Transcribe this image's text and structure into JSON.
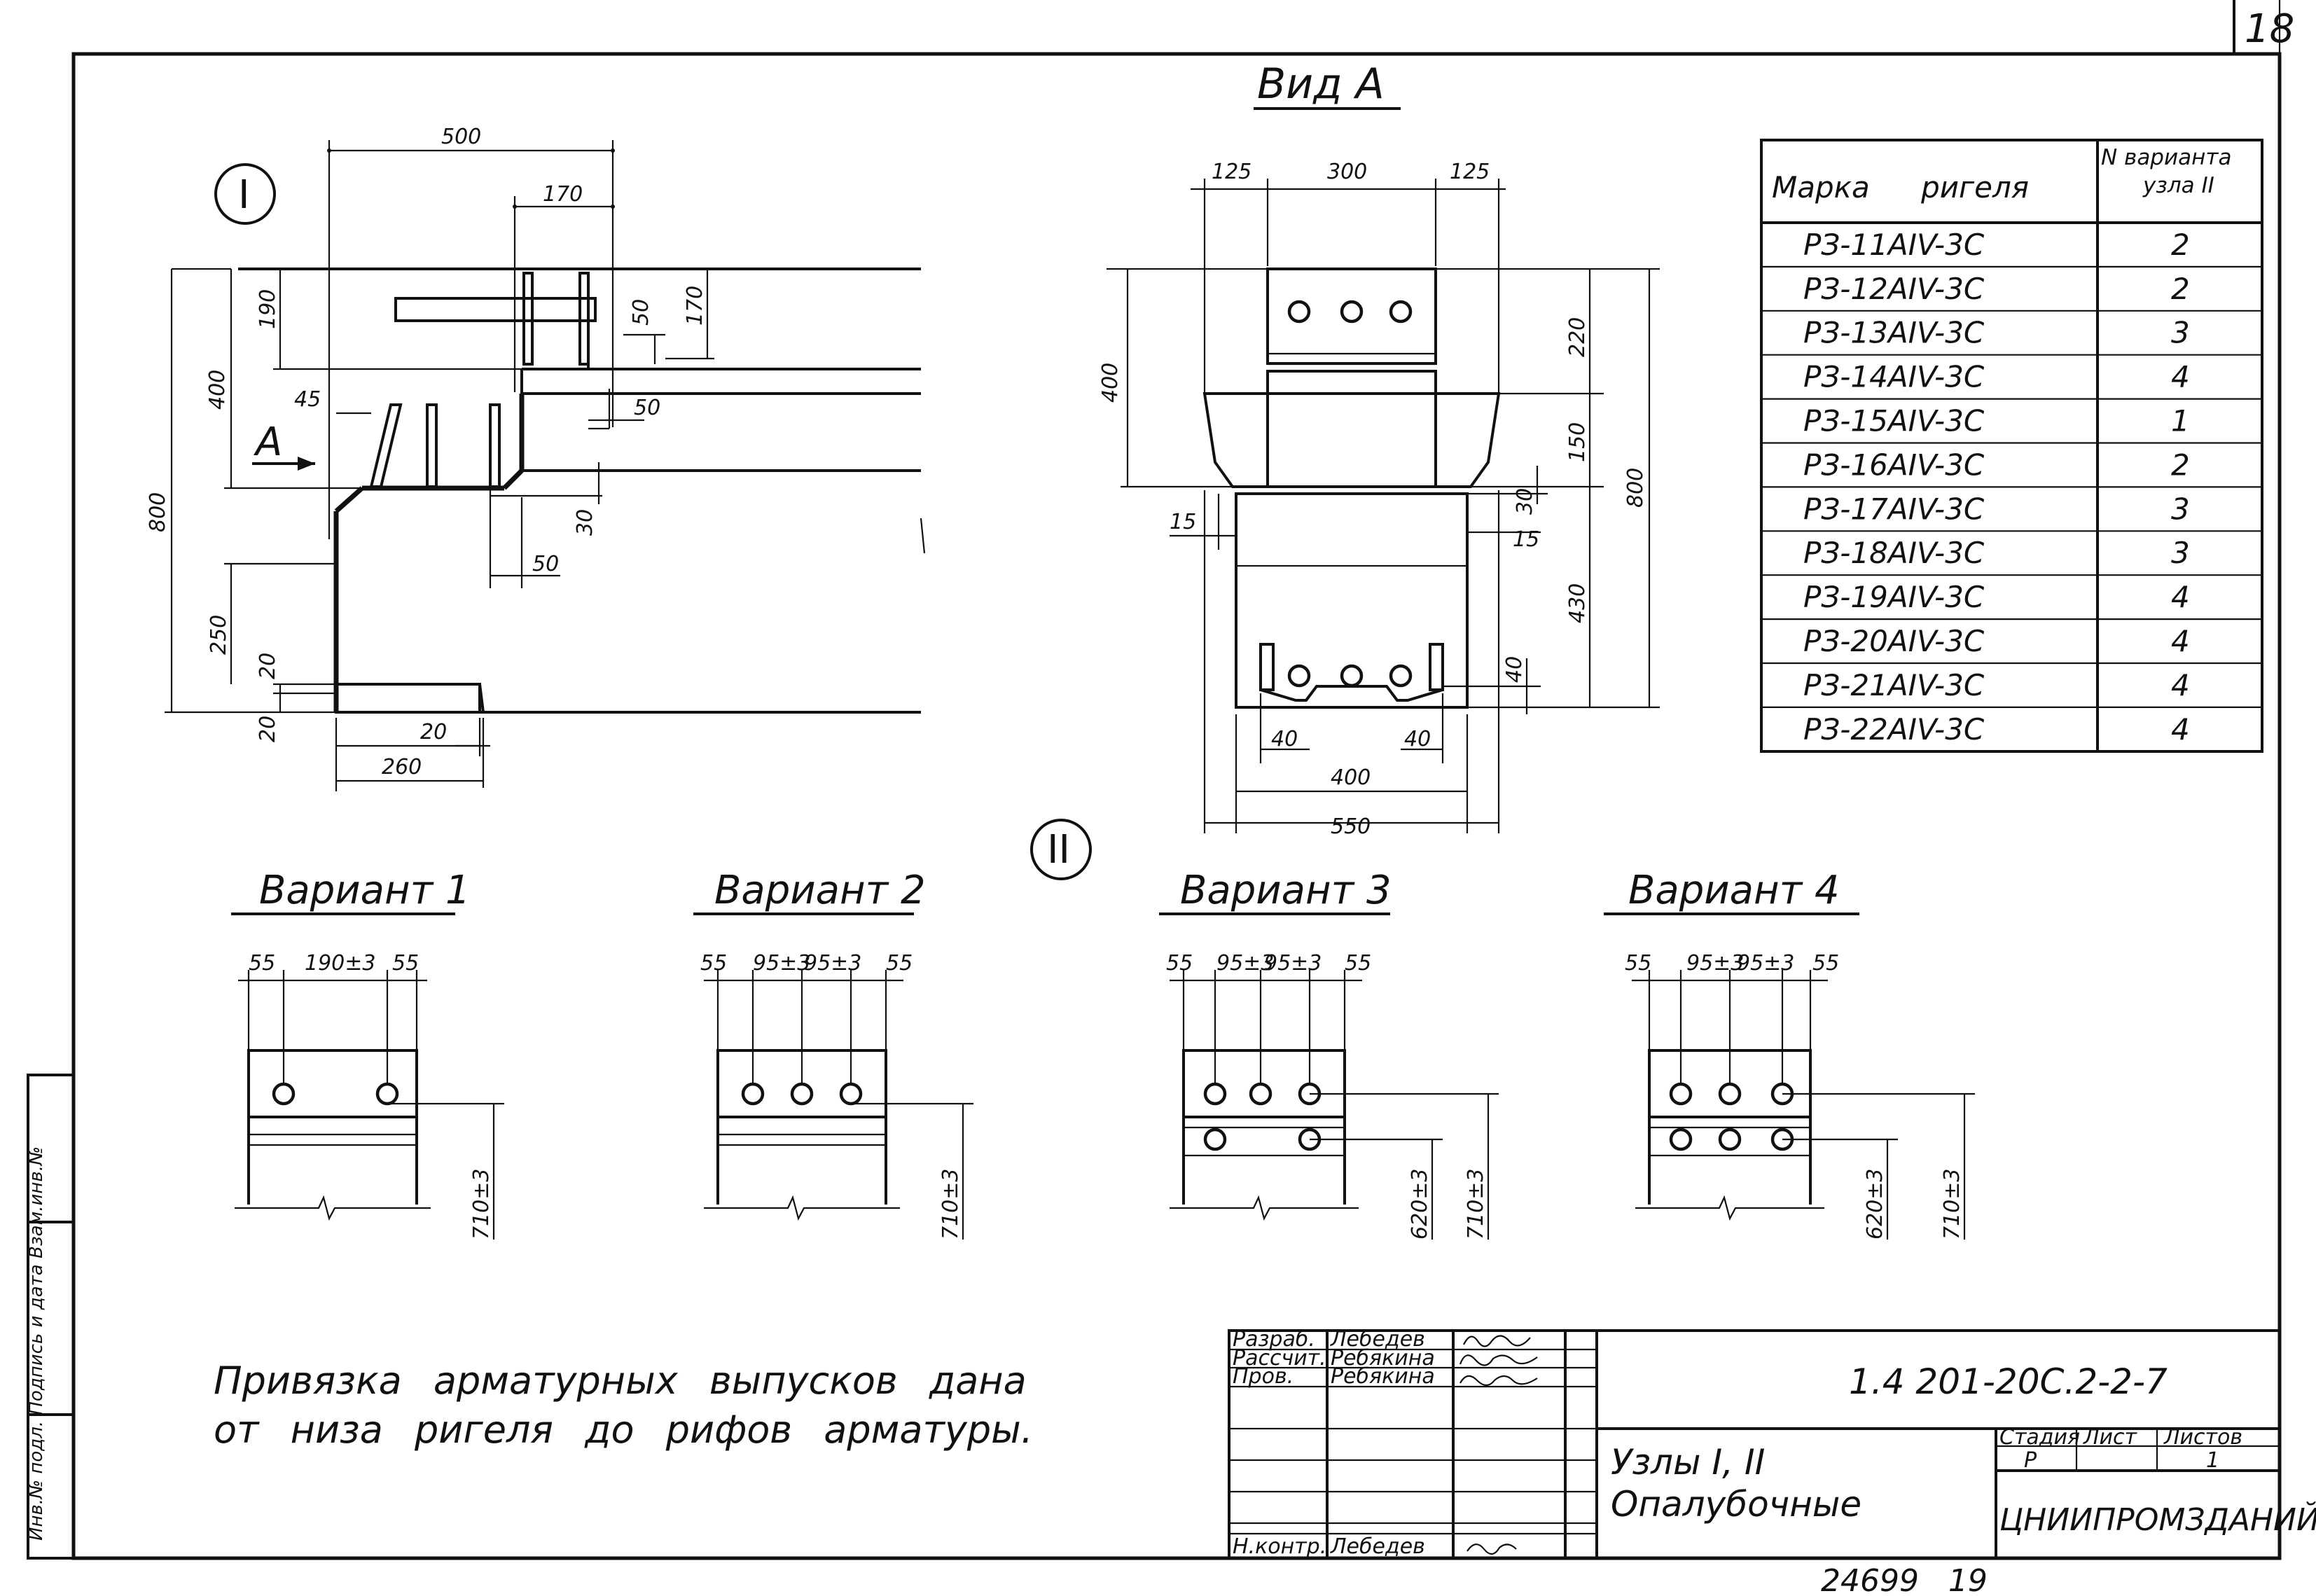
{
  "sheet_number": "18",
  "labels": {
    "node_1": "I",
    "node_2": "II",
    "view_a_title": "Вид А",
    "arrow_a": "А"
  },
  "node1_dims": {
    "d500": "500",
    "d170": "170",
    "d190": "190",
    "d50a": "50",
    "d170b": "170",
    "d400": "400",
    "d45": "45",
    "d50b": "50",
    "d800": "800",
    "d30": "30",
    "d50c": "50",
    "d250": "250",
    "d20a": "20",
    "d20b": "20",
    "d20c": "20",
    "d260": "260"
  },
  "viewa_dims": {
    "d125a": "125",
    "d300": "300",
    "d125b": "125",
    "d400v": "400",
    "d220": "220",
    "d150": "150",
    "d800": "800",
    "d30": "30",
    "d15a": "15",
    "d15b": "15",
    "d430": "430",
    "d40a": "40",
    "d40b": "40",
    "d40c": "40",
    "d400h": "400",
    "d550": "550"
  },
  "variants": [
    {
      "title": "Вариант 1",
      "d1": "55",
      "d2": "190±3",
      "d3": "55",
      "side": "710±3"
    },
    {
      "title": "Вариант 2",
      "d1": "55",
      "d2": "95±3",
      "d3": "95±3",
      "d4": "55",
      "side": "710±3"
    },
    {
      "title": "Вариант 3",
      "d1": "55",
      "d2": "95±3",
      "d3": "95±3",
      "d4": "55",
      "side1": "620±3",
      "side2": "710±3"
    },
    {
      "title": "Вариант 4",
      "d1": "55",
      "d2": "95±3",
      "d3": "95±3",
      "d4": "55",
      "side1": "620±3",
      "side2": "710±3"
    }
  ],
  "note": {
    "line1": "Привязка арматурных выпусков дана",
    "line2": "от низа ригеля до рифов арматуры."
  },
  "table": {
    "header_col1": "Марка ригеля",
    "header_col2_line1": "N варианта",
    "header_col2_line2": "узла II",
    "rows": [
      {
        "mark": "РЗ-11АIV-3С",
        "variant": "2"
      },
      {
        "mark": "РЗ-12АIV-3С",
        "variant": "2"
      },
      {
        "mark": "РЗ-13АIV-3С",
        "variant": "3"
      },
      {
        "mark": "РЗ-14АIV-3С",
        "variant": "4"
      },
      {
        "mark": "РЗ-15АIV-3С",
        "variant": "1"
      },
      {
        "mark": "РЗ-16АIV-3С",
        "variant": "2"
      },
      {
        "mark": "РЗ-17АIV-3С",
        "variant": "3"
      },
      {
        "mark": "РЗ-18АIV-3С",
        "variant": "3"
      },
      {
        "mark": "РЗ-19АIV-3С",
        "variant": "4"
      },
      {
        "mark": "РЗ-20АIV-3С",
        "variant": "4"
      },
      {
        "mark": "РЗ-21АIV-3С",
        "variant": "4"
      },
      {
        "mark": "РЗ-22АIV-3С",
        "variant": "4"
      }
    ]
  },
  "stamp": {
    "role_developed": "Разраб.",
    "name_developed": "Лебедев",
    "role_calculated": "Рассчит.",
    "name_calculated": "Ребякина",
    "role_checked": "Пров.",
    "name_checked": "Ребякина",
    "role_norm": "Н.контр.",
    "name_norm": "Лебедев",
    "doc_code": "1.4 201-20С.2-2-7",
    "title_line1": "Узлы I, II",
    "title_line2": "Опалубочные",
    "col_stage": "Стадия",
    "col_sheet": "Лист",
    "col_sheets": "Листов",
    "stage": "Р",
    "sheets": "1",
    "org": "ЦНИИПРОМЗДАНИЙ",
    "inventory": "24699   19"
  },
  "side_strip": {
    "label": "Инв.№ подл. Подпись и дата Взам.инв.№"
  }
}
